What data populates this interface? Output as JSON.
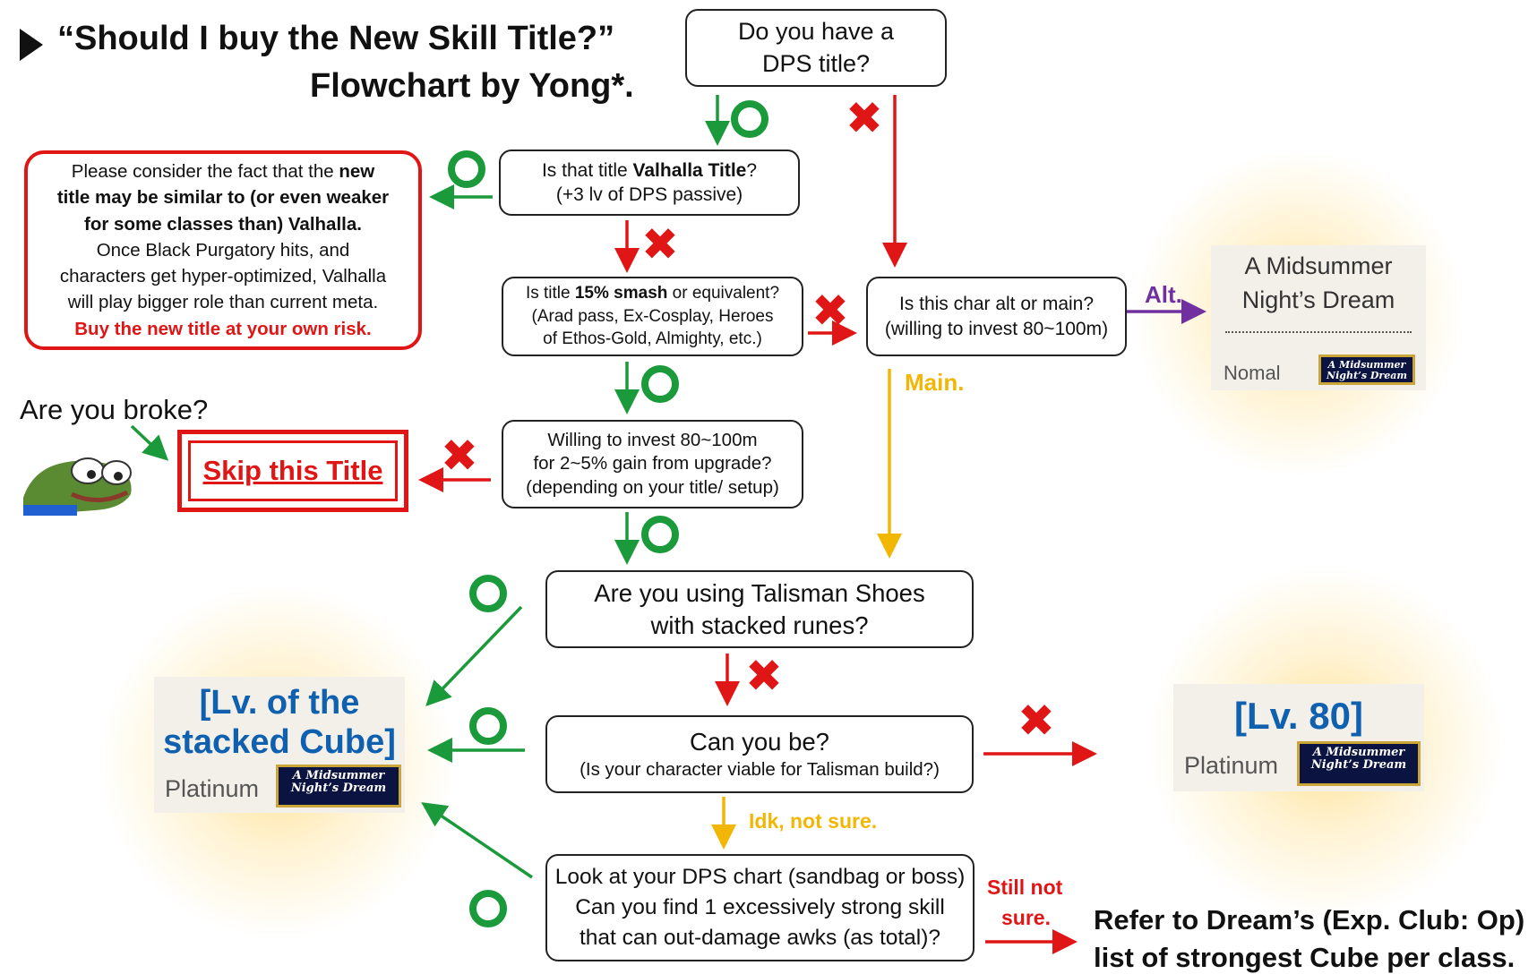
{
  "title": {
    "line1": "“Should I buy the New Skill Title?”",
    "line2": "Flowchart by Yong*."
  },
  "nodes": {
    "dps_title": [
      "Do you have a",
      "DPS title?"
    ],
    "valhalla": {
      "pre": "Is that title ",
      "bold": "Valhalla Title",
      "post": "?",
      "line2": "(+3 lv of DPS passive)"
    },
    "smash": {
      "pre": "Is title ",
      "bold": "15% smash",
      "post": " or equivalent?",
      "line2": "(Arad pass, Ex-Cosplay, Heroes",
      "line3": "of Ethos-Gold, Almighty, etc.)"
    },
    "alt_main": [
      "Is this char alt or main?",
      "(willing to invest 80~100m)"
    ],
    "invest": [
      "Willing to invest 80~100m",
      "for 2~5% gain from upgrade?",
      "(depending on your title/ setup)"
    ],
    "talisman": [
      "Are you using Talisman Shoes",
      "with stacked runes?"
    ],
    "can_you_be": [
      "Can you be?",
      "(Is your character viable for Talisman build?)"
    ],
    "dps_chart": [
      "Look at your DPS chart (sandbag or boss)",
      "Can you find 1 excessively strong skill",
      "that can out-damage awks (as total)?"
    ]
  },
  "warning": {
    "l1_pre": "Please consider the fact that the ",
    "l1_bold": "new",
    "l2": "title may be similar to (or even weaker",
    "l3": "for some classes than) Valhalla.",
    "l4": "Once Black Purgatory hits, and",
    "l5": "characters get hyper-optimized, Valhalla",
    "l6": "will play bigger role than current meta.",
    "l7": "Buy the new title at your own risk."
  },
  "broke": "Are you broke?",
  "skip": "Skip this Title",
  "labels": {
    "alt": "Alt.",
    "main": "Main.",
    "idk": "Idk, not sure.",
    "still": "Still not",
    "still2": "sure."
  },
  "final": [
    "Refer to Dream’s (Exp. Club: Op)",
    "list of strongest Cube per class."
  ],
  "cards": {
    "top": {
      "name1": "A Midsummer",
      "name2": "Night’s Dream",
      "grade": "Nomal"
    },
    "left": {
      "lv1": "[Lv. of the",
      "lv2": "stacked Cube]",
      "grade": "Platinum"
    },
    "right": {
      "lv": "[Lv. 80]",
      "grade": "Platinum"
    },
    "tag1": "A Midsummer",
    "tag2": "Night’s Dream"
  },
  "colors": {
    "green": "#1a9a3a",
    "red": "#e01616",
    "yellow": "#f2b705",
    "purple": "#7030a0",
    "blue": "#1060b0"
  }
}
